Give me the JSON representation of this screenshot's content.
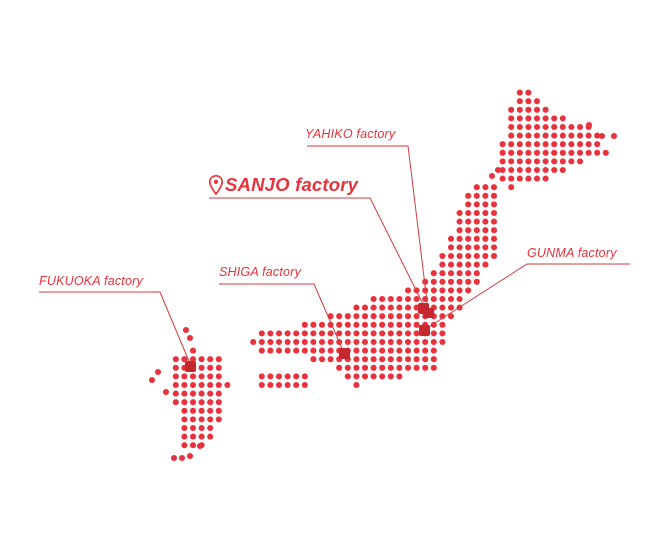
{
  "map": {
    "dot_color": "#e8323d",
    "line_color": "#d23a40",
    "marker_color": "#c6282f",
    "label_color": "#e8323d"
  },
  "factories": [
    {
      "id": "sanjo",
      "name": "SANJO factory",
      "highlighted": true,
      "icon": "location-pin-icon"
    },
    {
      "id": "yahiko",
      "name": "YAHIKO factory",
      "highlighted": false
    },
    {
      "id": "gunma",
      "name": "GUNMA factory",
      "highlighted": false
    },
    {
      "id": "shiga",
      "name": "SHIGA factory",
      "highlighted": false
    },
    {
      "id": "fukuoka",
      "name": "FUKUOKA factory",
      "highlighted": false
    }
  ]
}
